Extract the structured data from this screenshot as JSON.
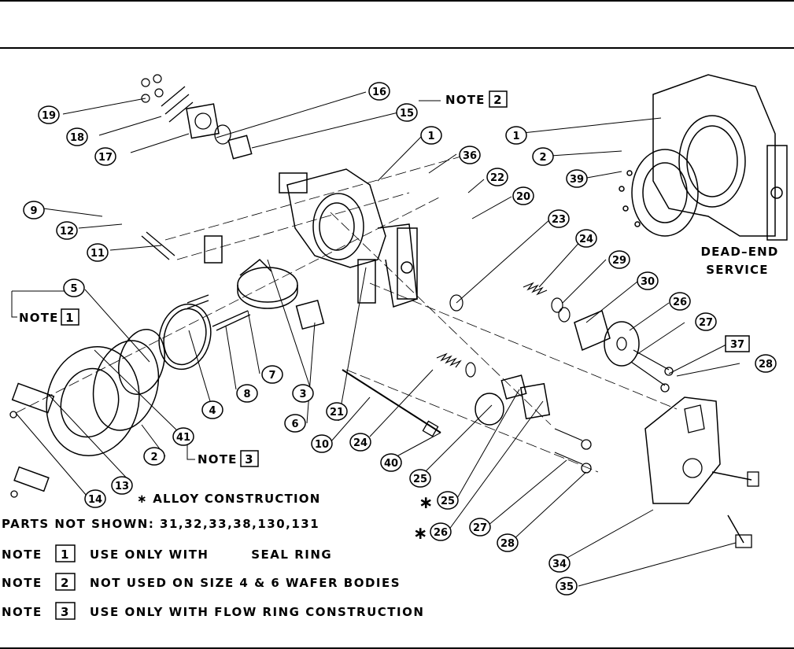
{
  "dead_end_label": [
    "DEAD–END",
    "SERVICE"
  ],
  "note_word": "NOTE",
  "star": "∗",
  "alloy_note": "∗ ALLOY CONSTRUCTION",
  "parts_not_shown": "PARTS NOT SHOWN: 31,32,33,38,130,131",
  "notes": [
    {
      "label": "NOTE",
      "number": "1",
      "text": "USE ONLY WITH        SEAL RING"
    },
    {
      "label": "NOTE",
      "number": "2",
      "text": "NOT USED ON SIZE 4 & 6 WAFER BODIES"
    },
    {
      "label": "NOTE",
      "number": "3",
      "text": "USE ONLY WITH FLOW RING CONSTRUCTION"
    }
  ],
  "callouts": [
    "19",
    "18",
    "16",
    "17",
    "15",
    "1",
    "36",
    "22",
    "20",
    "1",
    "2",
    "39",
    "9",
    "12",
    "11",
    "23",
    "24",
    "29",
    "30",
    "26",
    "27",
    "37",
    "28",
    "5",
    "4",
    "7",
    "8",
    "3",
    "6",
    "21",
    "10",
    "24",
    "40",
    "25",
    "25",
    "26",
    "27",
    "28",
    "41",
    "2",
    "13",
    "14",
    "34",
    "35"
  ],
  "diagram_note_numbers": [
    "1",
    "2",
    "3"
  ]
}
